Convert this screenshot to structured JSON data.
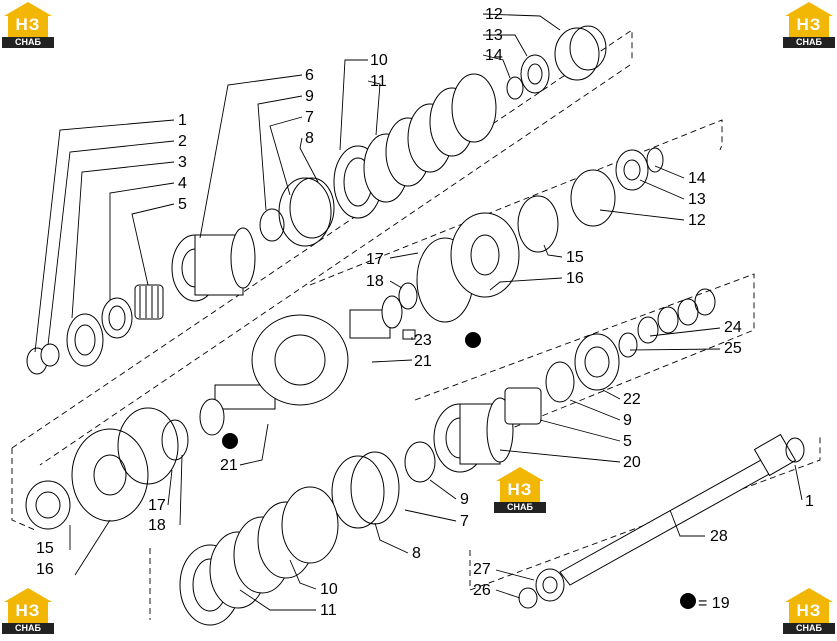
{
  "logo": {
    "mark": "НЗ",
    "caption": "СНАБ"
  },
  "callouts": [
    "1",
    "2",
    "3",
    "4",
    "5",
    "6",
    "9",
    "7",
    "8",
    "10",
    "11",
    "12",
    "13",
    "14",
    "14",
    "13",
    "12",
    "15",
    "16",
    "17",
    "18",
    "23",
    "21",
    "21",
    "24",
    "25",
    "22",
    "9",
    "5",
    "20",
    "9",
    "7",
    "8",
    "10",
    "11",
    "17",
    "18",
    "15",
    "16",
    "28",
    "1",
    "27",
    "26"
  ],
  "legend": {
    "symbol": "black-dot",
    "text": "= 19"
  }
}
